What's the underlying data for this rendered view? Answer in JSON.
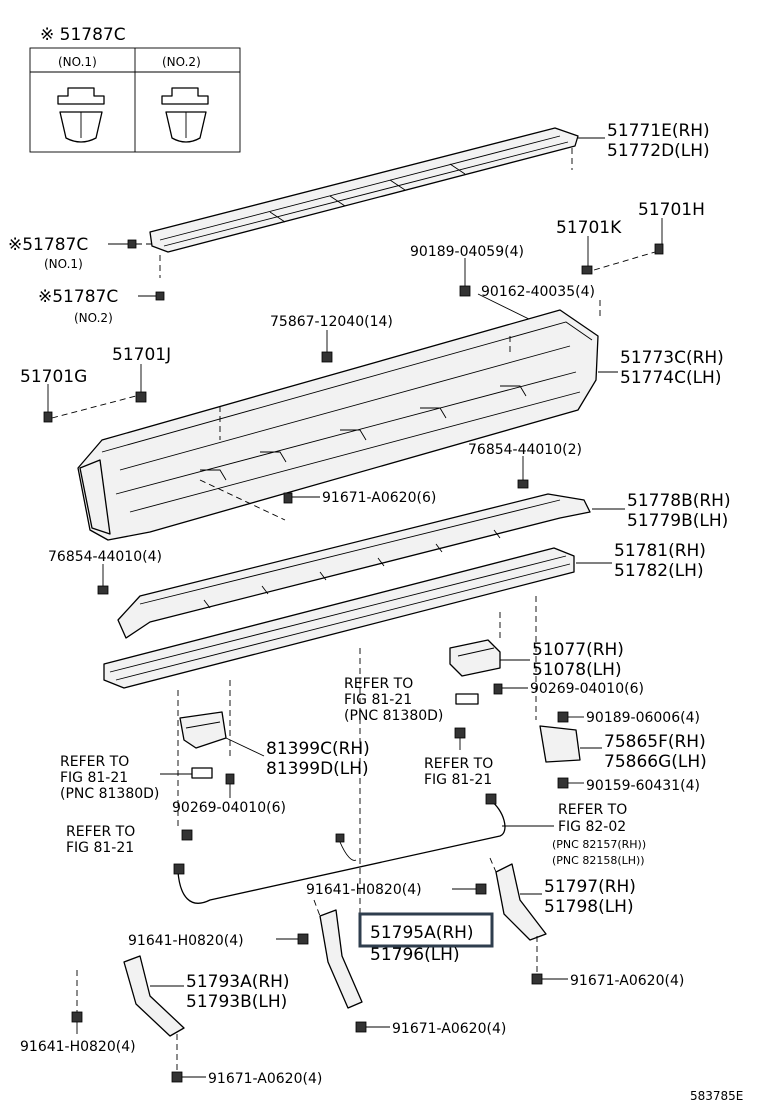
{
  "clip_box": {
    "title": "※ 51787C",
    "col1": "(NO.1)",
    "col2": "(NO.2)"
  },
  "labels": {
    "p51771": "51771E(RH)",
    "p51772": "51772D(LH)",
    "p51701H": "51701H",
    "p51701K": "51701K",
    "p90189_04059": "90189-04059(4)",
    "p90162": "90162-40035(4)",
    "p51787c_1": "※51787C",
    "p51787c_1_sub": "(NO.1)",
    "p51787c_2": "※51787C",
    "p51787c_2_sub": "(NO.2)",
    "p75867": "75867-12040(14)",
    "p51701J": "51701J",
    "p51701G": "51701G",
    "p51773": "51773C(RH)",
    "p51774": "51774C(LH)",
    "p76854_2": "76854-44010(2)",
    "p91671_6": "91671-A0620(6)",
    "p51778": "51778B(RH)",
    "p51779": "51779B(LH)",
    "p76854_4": "76854-44010(4)",
    "p51781": "51781(RH)",
    "p51782": "51782(LH)",
    "p51077": "51077(RH)",
    "p51078": "51078(LH)",
    "refer_a1": "REFER TO",
    "refer_a2": "FIG 81-21",
    "refer_a3": "(PNC 81380D)",
    "p90269_a": "90269-04010(6)",
    "p90189_06006": "90189-06006(4)",
    "p75865": "75865F(RH)",
    "p75866": "75866G(LH)",
    "refer_b1": "REFER TO",
    "refer_b2": "FIG 81-21",
    "p90159": "90159-60431(4)",
    "p81399c": "81399C(RH)",
    "p81399d": "81399D(LH)",
    "refer_c1": "REFER TO",
    "refer_c2": "FIG 81-21",
    "refer_c3": "(PNC 81380D)",
    "p90269_b": "90269-04010(6)",
    "refer_d1": "REFER TO",
    "refer_d2": "FIG 82-02",
    "refer_d3": "(PNC 82157(RH))",
    "refer_d4": "(PNC 82158(LH))",
    "refer_e1": "REFER TO",
    "refer_e2": "FIG 81-21",
    "p91641_a": "91641-H0820(4)",
    "p51797": "51797(RH)",
    "p51798": "51798(LH)",
    "p91641_b": "91641-H0820(4)",
    "p51795a": "51795A(RH)",
    "p51796": "51796(LH)",
    "p91671_c": "91671-A0620(4)",
    "p51793a": "51793A(RH)",
    "p51793b": "51793B(LH)",
    "p91641_c": "91641-H0820(4)",
    "p91671_d": "91671-A0620(4)",
    "p91671_e": "91671-A0620(4)",
    "diagram_id": "583785E"
  }
}
